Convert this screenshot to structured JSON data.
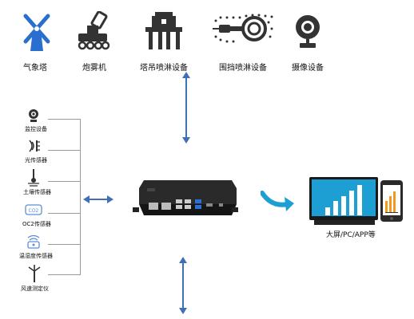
{
  "top_devices": [
    {
      "label": "气象塔",
      "icon": "windmill-icon"
    },
    {
      "label": "炮雾机",
      "icon": "fog-cannon-icon"
    },
    {
      "label": "塔吊喷淋设备",
      "icon": "tower-crane-spray-icon"
    },
    {
      "label": "围挡喷淋设备",
      "icon": "fence-spray-icon"
    },
    {
      "label": "摄像设备",
      "icon": "camera-icon"
    }
  ],
  "sensors": [
    {
      "label": "监控设备",
      "icon": "monitor-camera-icon"
    },
    {
      "label": "光传感器",
      "icon": "light-sensor-icon"
    },
    {
      "label": "土壤传感器",
      "icon": "soil-sensor-icon"
    },
    {
      "label": "OC2传感器",
      "icon": "oc2-sensor-icon"
    },
    {
      "label": "温湿度传感器",
      "icon": "temp-humidity-sensor-icon"
    },
    {
      "label": "风速测定仪",
      "icon": "wind-speed-meter-icon"
    }
  ],
  "display": {
    "label": "大屏/PC/APP等"
  },
  "colors": {
    "arrow": "#3f6fb5",
    "lines": "#9a9a9a",
    "screen": "#1e9fd3",
    "icon_dark": "#3a3a3a",
    "gateway": "#1c1c1c"
  }
}
